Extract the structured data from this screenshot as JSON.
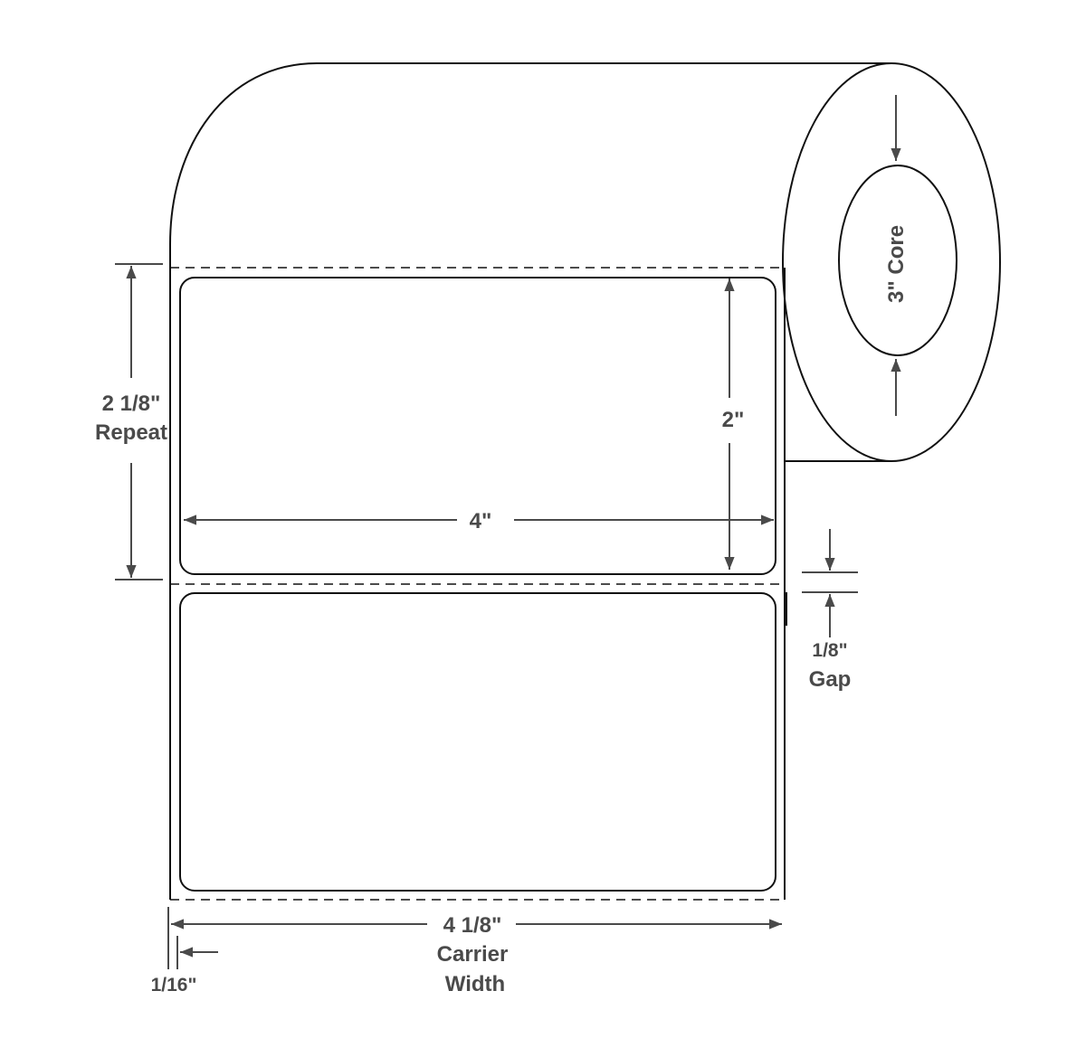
{
  "diagram": {
    "core_label": "3\" Core",
    "label_width": "4\"",
    "label_height": "2\"",
    "repeat_value": "2 1/8\"",
    "repeat_label": "Repeat",
    "gap_value": "1/8\"",
    "gap_label": "Gap",
    "carrier_value": "4 1/8\"",
    "carrier_label_1": "Carrier",
    "carrier_label_2": "Width",
    "edge_value": "1/16\""
  }
}
